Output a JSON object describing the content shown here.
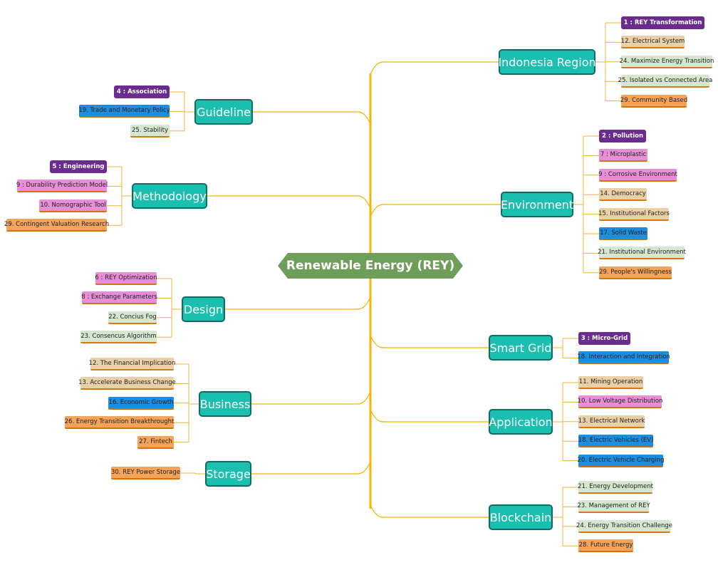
{
  "colors": {
    "trunk": "#f5b400",
    "link": "#f3b13a",
    "root": "#6f9e5a",
    "branch": "#1abfb0",
    "branch_border": "#146b64",
    "purple": "#6a2c8e",
    "tan": "#e9d0a6",
    "sage": "#d6e6cf",
    "pink": "#e88ed6",
    "blue": "#1a8ee0",
    "orange": "#f4a35a"
  },
  "root": {
    "label": "Renewable Energy (REY)"
  },
  "branches": [
    {
      "id": "indonesia-region",
      "label": "Indonesia Region",
      "side": "right",
      "leaves": [
        {
          "label": "1 : REY Transformation",
          "color": "purple"
        },
        {
          "label": "12. Electrical System",
          "color": "tan"
        },
        {
          "label": "24. Maximize Energy Transition",
          "color": "sage"
        },
        {
          "label": "25. Isolated vs Connected Area",
          "color": "sage"
        },
        {
          "label": "29. Community Based",
          "color": "orange"
        }
      ]
    },
    {
      "id": "environment",
      "label": "Environment",
      "side": "right",
      "leaves": [
        {
          "label": "2 : Pollution",
          "color": "purple"
        },
        {
          "label": "7 : Microplastic",
          "color": "pink"
        },
        {
          "label": "9 : Corrosive Environment",
          "color": "pink"
        },
        {
          "label": "14. Democracy",
          "color": "tan"
        },
        {
          "label": "15. Institutional Factors",
          "color": "tan"
        },
        {
          "label": "17. Solid Waste",
          "color": "blue"
        },
        {
          "label": "21. Institutional Environment",
          "color": "sage"
        },
        {
          "label": "29. People's Willingness",
          "color": "orange"
        }
      ]
    },
    {
      "id": "smart-grid",
      "label": "Smart Grid",
      "side": "right",
      "leaves": [
        {
          "label": "3 : Micro-Grid",
          "color": "purple"
        },
        {
          "label": "18. Interaction and Integration",
          "color": "blue"
        }
      ]
    },
    {
      "id": "application",
      "label": "Application",
      "side": "right",
      "leaves": [
        {
          "label": "11. Mining Operation",
          "color": "tan"
        },
        {
          "label": "10. Low Voltage Distribution",
          "color": "pink"
        },
        {
          "label": "13. Electrical Network",
          "color": "tan"
        },
        {
          "label": "18. Electric Vehicles (EV)",
          "color": "blue"
        },
        {
          "label": "20. Electric Vehicle Charging",
          "color": "blue"
        }
      ]
    },
    {
      "id": "blockchain",
      "label": "Blockchain",
      "side": "right",
      "leaves": [
        {
          "label": "21. Energy Development",
          "color": "sage"
        },
        {
          "label": "23. Management of REY",
          "color": "sage"
        },
        {
          "label": "24. Energy Transition Challenge",
          "color": "sage"
        },
        {
          "label": "28. Future Energy",
          "color": "orange"
        }
      ]
    },
    {
      "id": "guideline",
      "label": "Guideline",
      "side": "left",
      "leaves": [
        {
          "label": "4 : Association",
          "color": "purple"
        },
        {
          "label": "19. Trade and Monetary Policy",
          "color": "blue"
        },
        {
          "label": "25. Stability",
          "color": "sage"
        }
      ]
    },
    {
      "id": "methodology",
      "label": "Methodology",
      "side": "left",
      "leaves": [
        {
          "label": "5 : Engineering",
          "color": "purple"
        },
        {
          "label": "9 : Durability Prediction Model",
          "color": "pink"
        },
        {
          "label": "10. Nomographic Tool",
          "color": "pink"
        },
        {
          "label": "29. Contingent Valuation Research",
          "color": "orange"
        }
      ]
    },
    {
      "id": "design",
      "label": "Design",
      "side": "left",
      "leaves": [
        {
          "label": "6 : REY Optimization",
          "color": "pink"
        },
        {
          "label": "8 : Exchange Parameters",
          "color": "pink"
        },
        {
          "label": "22. Concius Fog",
          "color": "sage"
        },
        {
          "label": "23. Consencus Algorithm",
          "color": "sage"
        }
      ]
    },
    {
      "id": "business",
      "label": "Business",
      "side": "left",
      "leaves": [
        {
          "label": "12. The Financial Implication",
          "color": "tan"
        },
        {
          "label": "13. Accelerate Business Change",
          "color": "tan"
        },
        {
          "label": "16. Economic Growth",
          "color": "blue"
        },
        {
          "label": "26. Energy Transition Breakthrought",
          "color": "orange"
        },
        {
          "label": "27. Fintech",
          "color": "orange"
        }
      ]
    },
    {
      "id": "storage",
      "label": "Storage",
      "side": "left",
      "leaves": [
        {
          "label": "30. REY Power Storage",
          "color": "orange"
        }
      ]
    }
  ]
}
